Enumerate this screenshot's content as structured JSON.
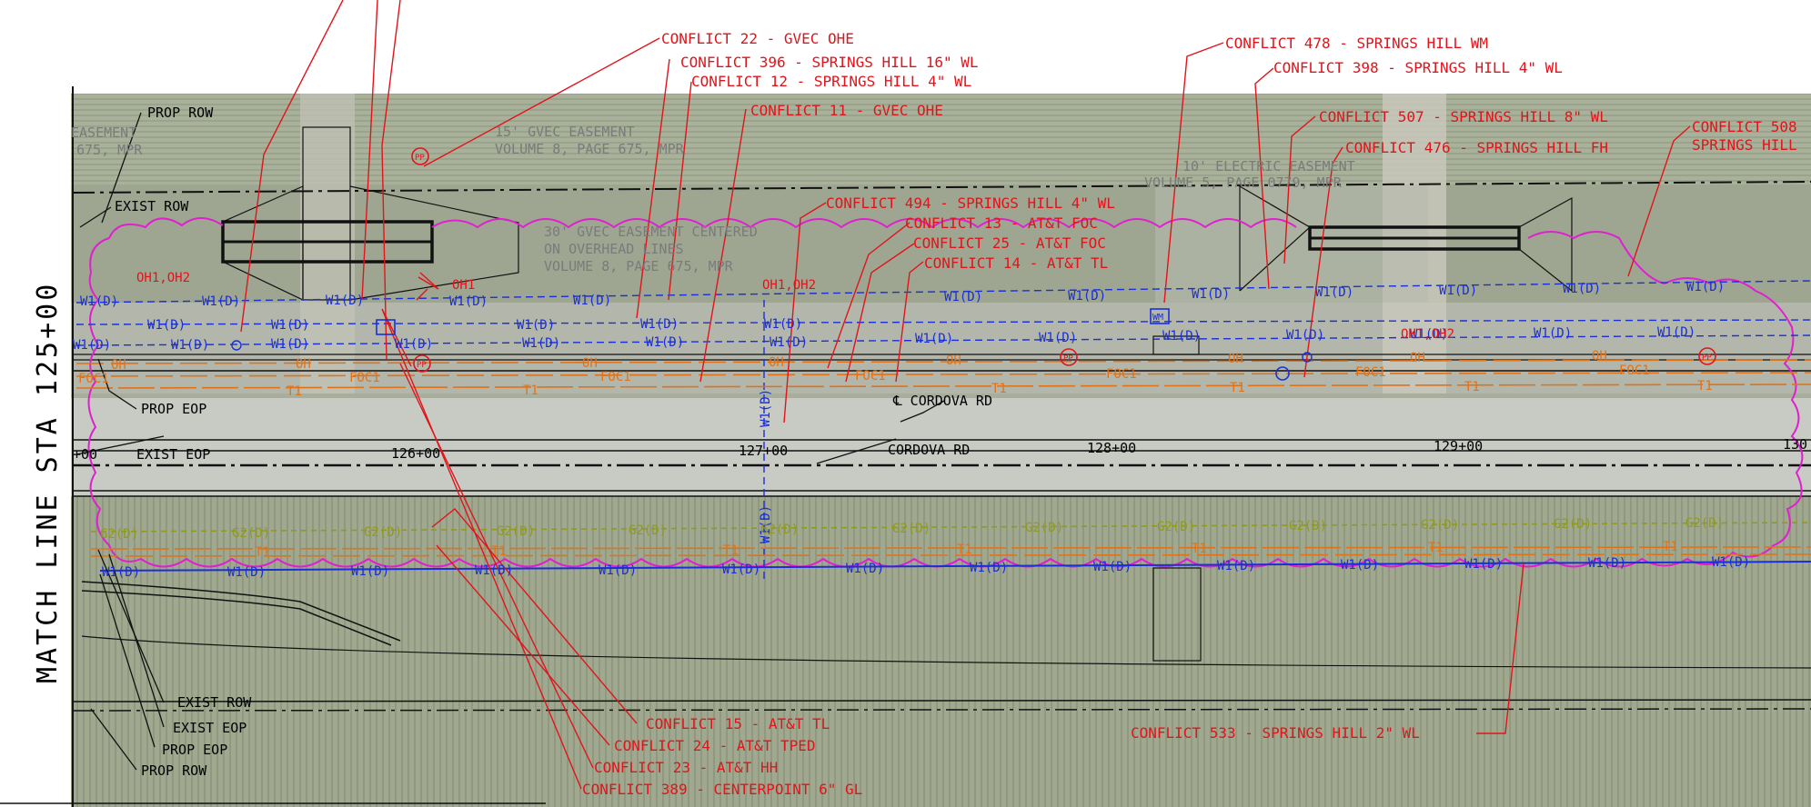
{
  "match_line": "MATCH LINE STA 125+00",
  "conflicts": {
    "c22": "CONFLICT 22 - GVEC OHE",
    "c396": "CONFLICT 396 - SPRINGS HILL 16\" WL",
    "c12": "CONFLICT 12 - SPRINGS HILL 4\" WL",
    "c11": "CONFLICT 11 - GVEC OHE",
    "c494": "CONFLICT 494 - SPRINGS HILL 4\" WL",
    "c13": "CONFLICT 13 - AT&T FOC",
    "c25": "CONFLICT 25 - AT&T FOC",
    "c14": "CONFLICT 14 - AT&T TL",
    "c478": "CONFLICT 478 - SPRINGS HILL WM",
    "c398": "CONFLICT 398 - SPRINGS HILL 4\" WL",
    "c507": "CONFLICT 507 - SPRINGS HILL 8\" WL",
    "c476": "CONFLICT 476 - SPRINGS HILL FH",
    "c508a": "CONFLICT 508",
    "c508b": "SPRINGS HILL",
    "c15": "CONFLICT 15 - AT&T TL",
    "c24": "CONFLICT 24 -  AT&T TPED",
    "c23": "CONFLICT 23 -  AT&T HH",
    "c389": "CONFLICT 389 - CENTERPOINT 6\" GL",
    "c533": "CONFLICT 533 - SPRINGS HILL 2\" WL"
  },
  "row_labels": {
    "prop_row": "PROP ROW",
    "exist_row": "EXIST ROW",
    "prop_eop": "PROP EOP",
    "exist_eop": "EXIST EOP"
  },
  "easements": {
    "left1": "EASEMENT",
    "left2": "675, MPR",
    "gvec15_1": "15' GVEC EASEMENT",
    "gvec15_2": "VOLUME 8, PAGE 675, MPR",
    "gvec30_1": "30' GVEC EASEMENT CENTERED",
    "gvec30_2": "ON OVERHEAD LINES",
    "gvec30_3": "VOLUME 8, PAGE 675, MPR",
    "elec10_1": "10' ELECTRIC EASEMENT",
    "elec10_2": "VOLUME 5, PAGE 0779, MPR"
  },
  "road": {
    "centerline": "℄ CORDOVA RD",
    "name": "CORDOVA RD"
  },
  "stations": [
    "+00",
    "126+00",
    "127+00",
    "128+00",
    "129+00",
    "130"
  ],
  "utility_codes": {
    "water": "W1(D)",
    "gas": "G2(D)",
    "fiber": "FOC1",
    "tel": "T1",
    "overhead": "OH",
    "oh12": "OH1,OH2",
    "oh1": "OH1",
    "pp": "PP",
    "wm": "WM"
  },
  "colors": {
    "conflict": "#e1141b",
    "water": "#1a2fd6",
    "gas": "#8f9a1e",
    "fiber": "#e0731a",
    "cloud": "#e020d0"
  }
}
